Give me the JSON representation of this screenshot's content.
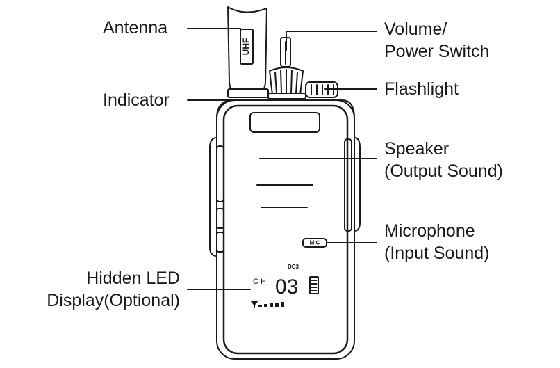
{
  "labels": {
    "antenna": "Antenna",
    "volume_line1": "Volume/",
    "volume_line2": "Power Switch",
    "flashlight": "Flashlight",
    "indicator": "Indicator",
    "speaker_line1": "Speaker",
    "speaker_line2": "(Output Sound)",
    "microphone_line1": "Microphone",
    "microphone_line2": "(Input Sound)",
    "display_line1": "Hidden LED",
    "display_line2": "Display(Optional)"
  },
  "device": {
    "antenna_text": "UHF",
    "mic_text": "MIC",
    "display": {
      "ch_label": "CH",
      "dcs_code": "DC3",
      "channel_number": "03"
    }
  },
  "colors": {
    "line": "#1a1a1a",
    "background": "#ffffff"
  }
}
